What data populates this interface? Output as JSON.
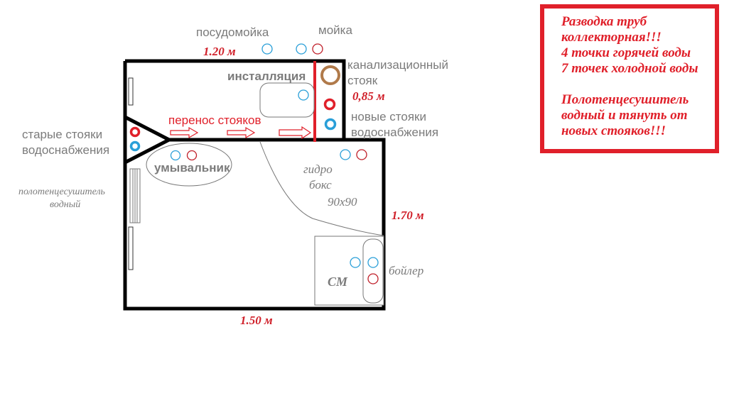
{
  "labels": {
    "dishwasher": "посудомойка",
    "sink": "мойка",
    "dim_top": "1.20 м",
    "sewer_line1": "канализационный",
    "sewer_line2": "стояк",
    "installation": "инсталляция",
    "dim_085": "0,85 м",
    "new_risers_line1": "новые стояки",
    "new_risers_line2": "водоснабжения",
    "riser_transfer": "перенос стояков",
    "old_risers_line1": "старые стояки",
    "old_risers_line2": "водоснабжения",
    "washbasin": "умывальник",
    "hydro_line1": "гидро",
    "hydro_line2": "бокс",
    "hydro_size": "90x90",
    "towel_line1": "полотенцесушитель",
    "towel_line2": "водный",
    "dim_170": "1.70 м",
    "boiler": "бойлер",
    "washing_machine": "СМ",
    "dim_bottom": "1.50 м"
  },
  "note": {
    "lines": [
      "Разводка труб",
      "коллекторная!!!",
      "4 точки горячей воды",
      "7 точек холодной воды",
      "",
      "Полотенцесушитель",
      "водный и тянуть от",
      "новых стояков!!!"
    ]
  },
  "colors": {
    "cold_water": "#2a9fd8",
    "hot_water": "#c0202a",
    "sewer_riser": "#b07a4a",
    "accent_red": "#e0202a",
    "wall": "#000000"
  }
}
